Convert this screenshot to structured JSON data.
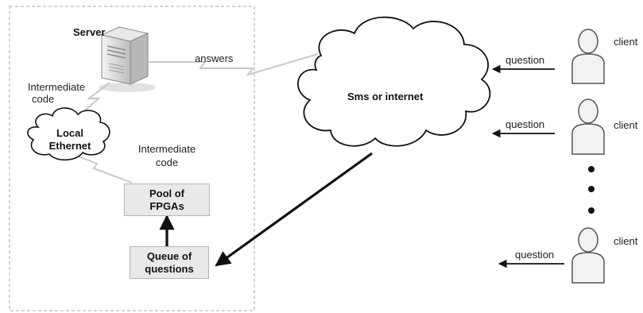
{
  "server": {
    "label": "Server"
  },
  "links": {
    "answers": "answers",
    "intermediate_code_top": [
      "Intermediate",
      "code"
    ],
    "intermediate_code_mid": [
      "Intermediate",
      "code"
    ]
  },
  "local_ethernet": {
    "label": [
      "Local",
      "Ethernet"
    ]
  },
  "internet_cloud": {
    "label": "Sms or internet"
  },
  "pool": {
    "label": [
      "Pool of",
      "FPGAs"
    ]
  },
  "queue": {
    "label": [
      "Queue of",
      "questions"
    ]
  },
  "clients": [
    {
      "label": "client",
      "question": "question"
    },
    {
      "label": "client",
      "question": "question"
    },
    {
      "label": "client",
      "question": "question"
    }
  ],
  "colors": {
    "line": "#111111",
    "dashed_border": "#aaaaaa",
    "box_fill": "#e9e9e9",
    "figure_fill": "#f2f2f2"
  }
}
